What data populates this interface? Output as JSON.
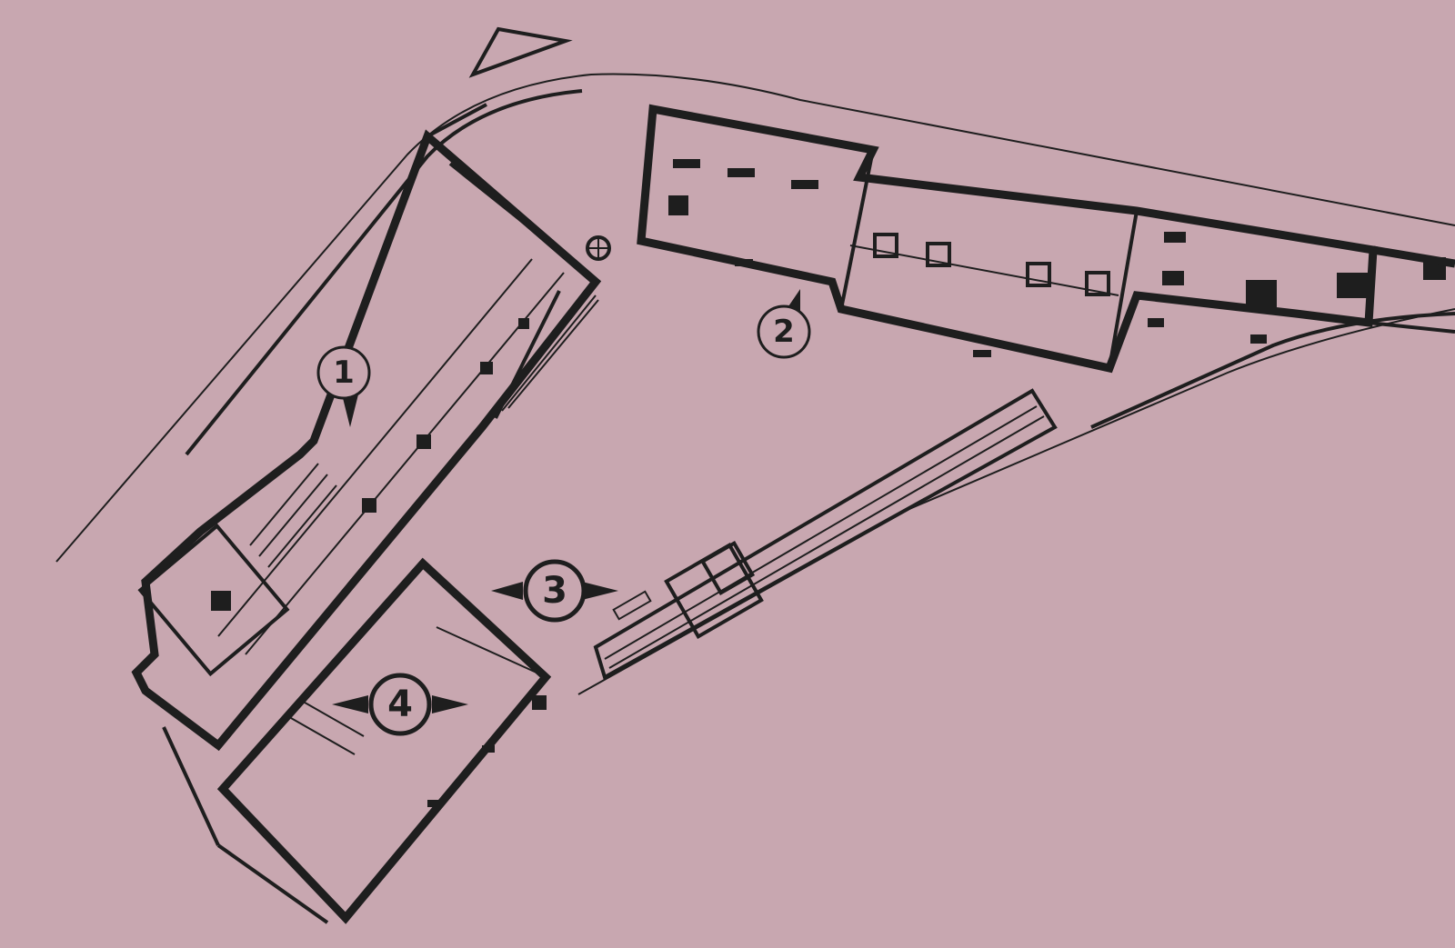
{
  "background": "#c8a7b0",
  "ink": "#1e1e1e",
  "labels": [
    {
      "id": "1",
      "text": "1"
    },
    {
      "id": "2",
      "text": "2"
    },
    {
      "id": "3",
      "text": "3"
    },
    {
      "id": "4",
      "text": "4"
    }
  ]
}
